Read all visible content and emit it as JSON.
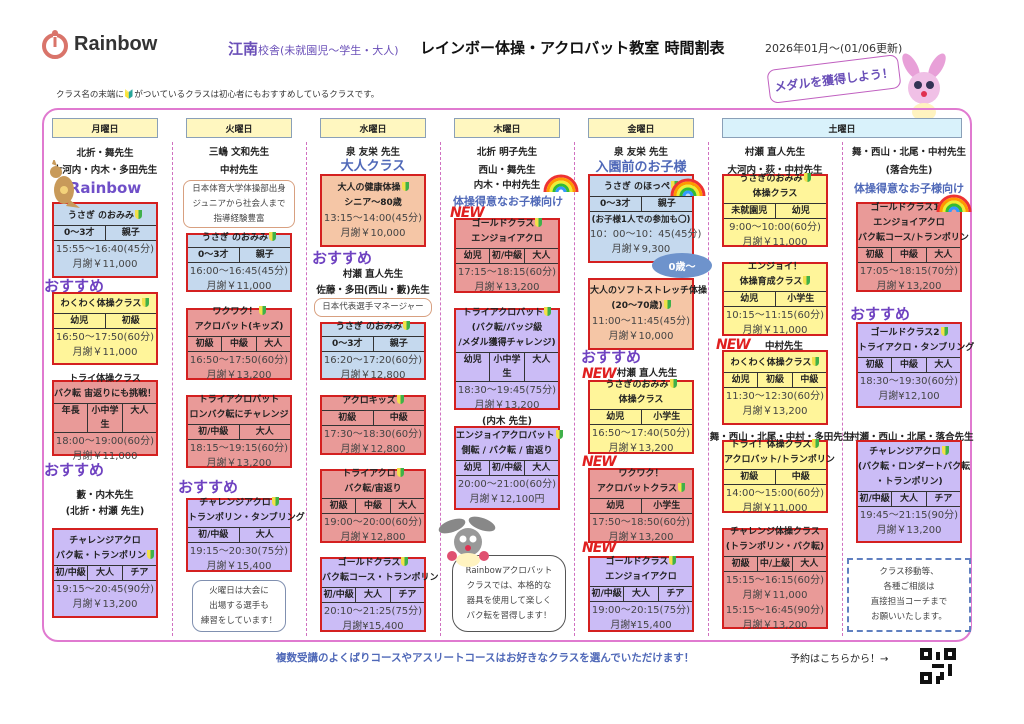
{
  "header": {
    "logo_text": "Rainbow",
    "school_name": "江南",
    "school_sub": "校舎(未就園児〜学生・大人)",
    "title": "レインボー体操・アクロバット教室 時間割表",
    "date": "2026年01月〜(01/06更新)",
    "legend": "クラス名の末端に🔰がついているクラスは初心者にもおすすめしているクラスです。",
    "medal_bubble": "メダルを獲得しよう！"
  },
  "days": [
    "月曜日",
    "火曜日",
    "水曜日",
    "木曜日",
    "金曜日",
    "土曜日"
  ],
  "colors": {
    "frame": "#e07ad0",
    "card_border": "#d42020",
    "blue": "#c5d9ee",
    "yellow": "#fff59a",
    "red": "#e99a98",
    "purple": "#cbbcf6",
    "orange": "#f5c6a6"
  },
  "columns": [
    {
      "id": "mon",
      "items": [
        {
          "kind": "teacher",
          "text": "北折・舞先生"
        },
        {
          "kind": "teacher",
          "text": "大河内・内木・多田先生"
        },
        {
          "kind": "rainbow",
          "text": "Rainbow"
        },
        {
          "kind": "card",
          "color": "blue",
          "title": [
            "うさぎ のおみみ"
          ],
          "mark": 0,
          "band": [
            "0〜3才",
            "親子"
          ],
          "lines": [
            "15:55〜16:40(45分)",
            "月謝￥11,000"
          ]
        },
        {
          "kind": "osusume",
          "text": "おすすめ"
        },
        {
          "kind": "card",
          "color": "yellow",
          "title": [
            "わくわく体操クラス"
          ],
          "mark": 0,
          "band": [
            "幼児",
            "初級"
          ],
          "lines": [
            "16:50〜17:50(60分)",
            "月謝￥11,000"
          ]
        },
        {
          "kind": "card",
          "color": "red",
          "title": [
            "トライ体操クラス",
            "バク転 宙返りにも挑戦！"
          ],
          "band": [
            "年長",
            "小中学生",
            "大人"
          ],
          "lines": [
            "18:00〜19:00(60分)",
            "月謝￥11,000"
          ]
        },
        {
          "kind": "osusume",
          "text": "おすすめ"
        },
        {
          "kind": "teacher",
          "text": "藪・内木先生"
        },
        {
          "kind": "teacher",
          "text": "(北折・村瀬 先生)"
        },
        {
          "kind": "card",
          "color": "purple",
          "title": [
            "チャレンジアクロ",
            "バク転・トランポリン"
          ],
          "mark": 1,
          "band": [
            "初/中級",
            "大人",
            "チア"
          ],
          "lines": [
            "19:15〜20:45(90分)",
            "月謝￥13,200"
          ]
        }
      ]
    },
    {
      "id": "tue",
      "items": [
        {
          "kind": "teacher",
          "text": "三嶋 文和先生"
        },
        {
          "kind": "teacher",
          "text": "中村先生"
        },
        {
          "kind": "note",
          "style": "",
          "lines": [
            "日本体育大学体操部出身",
            "ジュニアから社会人まで",
            "指導経験豊富"
          ]
        },
        {
          "kind": "card",
          "color": "blue",
          "title": [
            "うさぎ のおみみ"
          ],
          "mark": 0,
          "band": [
            "0〜3才",
            "親子"
          ],
          "lines": [
            "16:00〜16:45(45分)",
            "月謝￥11,000"
          ]
        },
        {
          "kind": "card",
          "color": "red",
          "title": [
            "ワクワク！",
            "アクロバット(キッズ)"
          ],
          "mark": 0,
          "band": [
            "初級",
            "中級",
            "大人"
          ],
          "lines": [
            "16:50〜17:50(60分)",
            "月謝￥13,200"
          ]
        },
        {
          "kind": "card",
          "color": "red",
          "title": [
            "トライアクロバット",
            "ロンバク転にチャレンジ"
          ],
          "band": [
            "初/中級",
            "大人"
          ],
          "lines": [
            "18:15〜19:15(60分)",
            "月謝￥13,200"
          ]
        },
        {
          "kind": "osusume",
          "text": "おすすめ"
        },
        {
          "kind": "card",
          "color": "purple",
          "title": [
            "チャレンジアクロ",
            "トランポリン・タンブリング"
          ],
          "mark": 0,
          "band": [
            "初/中級",
            "大人"
          ],
          "lines": [
            "19:15〜20:30(75分)",
            "月謝￥15,400"
          ]
        },
        {
          "kind": "note",
          "style": "note-blue",
          "lines": [
            "火曜日は大会に",
            "出場する選手も",
            "練習をしています！"
          ]
        }
      ]
    },
    {
      "id": "wed",
      "items": [
        {
          "kind": "teacher",
          "text": "泉 友栄 先生"
        },
        {
          "kind": "heading",
          "text": "大人クラス"
        },
        {
          "kind": "card",
          "color": "orange",
          "title": [
            "大人の健康体操",
            "シニア〜80歳"
          ],
          "mark": 0,
          "lines": [
            "13:15〜14:00(45分)",
            "月謝￥10,000"
          ]
        },
        {
          "kind": "osusume",
          "text": "おすすめ"
        },
        {
          "kind": "teacher",
          "text": "村瀬 直人先生"
        },
        {
          "kind": "teacher",
          "text": "佐藤・多田(西山・藪)先生"
        },
        {
          "kind": "note",
          "style": "",
          "lines": [
            "日本代表選手マネージャー"
          ]
        },
        {
          "kind": "card",
          "color": "blue",
          "title": [
            "うさぎ のおみみ"
          ],
          "mark": 0,
          "band": [
            "0〜3才",
            "親子"
          ],
          "lines": [
            "16:20〜17:20(60分)",
            "月謝￥12,800"
          ]
        },
        {
          "kind": "card",
          "color": "red",
          "title": [
            "アクロキッズ"
          ],
          "mark": 0,
          "band": [
            "初級",
            "中級"
          ],
          "lines": [
            "17:30〜18:30(60分)",
            "月謝￥12,800"
          ]
        },
        {
          "kind": "card",
          "color": "red",
          "title": [
            "トライアクロ",
            "バク転/宙返り"
          ],
          "mark": 0,
          "band": [
            "初級",
            "中級",
            "大人"
          ],
          "lines": [
            "19:00〜20:00(60分)",
            "月謝￥12,800"
          ]
        },
        {
          "kind": "card",
          "color": "purple",
          "title": [
            "ゴールドクラス",
            "バク転コース・トランポリン"
          ],
          "mark": 0,
          "band": [
            "初/中級",
            "大人",
            "チア"
          ],
          "lines": [
            "20:10〜21:25(75分)",
            "月謝¥15,400"
          ]
        }
      ]
    },
    {
      "id": "thu",
      "items": [
        {
          "kind": "teacher",
          "text": "北折 明子先生"
        },
        {
          "kind": "teacher",
          "text": "西山・舞先生"
        },
        {
          "kind": "teacher",
          "text": "内木・中村先生"
        },
        {
          "kind": "heading-sm",
          "text": "体操得意なお子様向け"
        },
        {
          "kind": "new",
          "text": "NEW"
        },
        {
          "kind": "card",
          "color": "red",
          "title": [
            "ゴールドクラス",
            "エンジョイアクロ"
          ],
          "mark": 0,
          "band": [
            "幼児",
            "初/中級",
            "大人"
          ],
          "lines": [
            "17:15〜18:15(60分)",
            "月謝￥13,200"
          ]
        },
        {
          "kind": "card",
          "color": "purple",
          "title": [
            "トライアクロバット",
            "(バク転/バッジ級",
            "/メダル獲得チャレンジ)"
          ],
          "mark": 0,
          "band": [
            "幼児",
            "小中学生",
            "大人"
          ],
          "lines": [
            "18:30〜19:45(75分)",
            "月謝￥13,200"
          ]
        },
        {
          "kind": "teacher",
          "text": "(内木 先生)"
        },
        {
          "kind": "card",
          "color": "purple",
          "title": [
            "エンジョイアクロバット",
            "側転 / バク転 / 宙返り"
          ],
          "mark": 0,
          "band": [
            "幼児",
            "初/中級",
            "大人"
          ],
          "lines": [
            "20:00〜21:00(60分)",
            "月謝￥12,100円"
          ]
        },
        {
          "kind": "note",
          "style": "note-round",
          "lines": [
            "Rainbowアクロバット",
            "クラスでは、本格的な",
            "器具を使用して楽しく",
            "バク転を習得します！"
          ]
        }
      ]
    },
    {
      "id": "fri",
      "items": [
        {
          "kind": "teacher",
          "text": "泉 友栄 先生"
        },
        {
          "kind": "heading",
          "text": "入園前のお子様"
        },
        {
          "kind": "card",
          "color": "blue",
          "title": [
            "うさぎ のほっぺ"
          ],
          "mark": 0,
          "band": [
            "0〜3才",
            "親子"
          ],
          "sub": "(お子様1人での参加も〇)",
          "lines": [
            "10：00〜10：45(45分)",
            "月謝￥9,300"
          ]
        },
        {
          "kind": "oval",
          "text": "0歳〜"
        },
        {
          "kind": "card",
          "color": "orange",
          "title": [
            "大人のソフトストレッチ体操",
            "(20〜70歳)"
          ],
          "mark": 1,
          "lines": [
            "11:00〜11:45(45分)",
            "月謝￥10,000"
          ]
        },
        {
          "kind": "osusume",
          "text": "おすすめ"
        },
        {
          "kind": "teacher",
          "text": "村瀬 直人先生"
        },
        {
          "kind": "new",
          "text": "NEW"
        },
        {
          "kind": "card",
          "color": "yellow",
          "title": [
            "うさぎのおみみ",
            "体操クラス"
          ],
          "mark": 0,
          "band": [
            "幼児",
            "小学生"
          ],
          "lines": [
            "16:50〜17:40(50分)",
            "月謝￥13,200"
          ]
        },
        {
          "kind": "new",
          "text": "NEW"
        },
        {
          "kind": "card",
          "color": "red",
          "title": [
            "ワクワク！",
            "アクロバットクラス"
          ],
          "mark": 1,
          "band": [
            "幼児",
            "小学生"
          ],
          "lines": [
            "17:50〜18:50(60分)",
            "月謝￥13,200"
          ]
        },
        {
          "kind": "new",
          "text": "NEW"
        },
        {
          "kind": "card",
          "color": "purple",
          "title": [
            "ゴールドクラス",
            "エンジョイアクロ"
          ],
          "mark": 0,
          "band": [
            "初/中級",
            "大人",
            "チア"
          ],
          "lines": [
            "19:00〜20:15(75分)",
            "月謝¥15,400"
          ]
        }
      ]
    },
    {
      "id": "sat1",
      "items": [
        {
          "kind": "teacher",
          "text": "村瀬 直人先生"
        },
        {
          "kind": "teacher",
          "text": "大河内・荻・中村先生"
        },
        {
          "kind": "card",
          "color": "yellow",
          "title": [
            "うさぎのおみみ",
            "体操クラス"
          ],
          "mark": 0,
          "band": [
            "未就園児",
            "幼児"
          ],
          "lines": [
            "9:00〜10:00(60分)",
            "月謝￥11,000"
          ]
        },
        {
          "kind": "card",
          "color": "yellow",
          "title": [
            "エンジョイ！",
            "体操育成クラス"
          ],
          "mark": 1,
          "band": [
            "幼児",
            "小学生"
          ],
          "lines": [
            "10:15〜11:15(60分)",
            "月謝￥11,000"
          ]
        },
        {
          "kind": "teacher",
          "text": "中村先生"
        },
        {
          "kind": "new",
          "text": "NEW"
        },
        {
          "kind": "card",
          "color": "yellow",
          "title": [
            "わくわく体操クラス"
          ],
          "mark": 0,
          "band": [
            "幼児",
            "初級",
            "中級"
          ],
          "lines": [
            "11:30〜12:30(60分)",
            "月謝￥13,200"
          ]
        },
        {
          "kind": "teacher",
          "text": "舞・西山・北尾・中村・多田先生"
        },
        {
          "kind": "card",
          "color": "yellow",
          "title": [
            "トライ！体操クラス",
            "アクロバット/トランポリン"
          ],
          "mark": 0,
          "band": [
            "初級",
            "中級"
          ],
          "lines": [
            "14:00〜15:00(60分)",
            "月謝￥11,000"
          ]
        },
        {
          "kind": "card",
          "color": "red",
          "title": [
            "チャレンジ体操クラス",
            "(トランポリン・バク転)"
          ],
          "band": [
            "初級",
            "中/上級",
            "大人"
          ],
          "lines": [
            "15:15〜16:15(60分)",
            "月謝￥11,000",
            "15:15〜16:45(90分)",
            "月謝￥13,200"
          ]
        }
      ]
    },
    {
      "id": "sat2",
      "items": [
        {
          "kind": "teacher",
          "text": "舞・西山・北尾・中村先生"
        },
        {
          "kind": "teacher",
          "text": "(落合先生)"
        },
        {
          "kind": "heading-sm",
          "text": "体操得意なお子様向け"
        },
        {
          "kind": "card",
          "color": "red",
          "title": [
            "ゴールドクラス1",
            "エンジョイアクロ",
            "バク転コース/トランポリン"
          ],
          "mark": 0,
          "band": [
            "初級",
            "中級",
            "大人"
          ],
          "lines": [
            "17:05〜18:15(70分)",
            "月謝￥13,200"
          ]
        },
        {
          "kind": "osusume",
          "text": "おすすめ"
        },
        {
          "kind": "card",
          "color": "purple",
          "title": [
            "ゴールドクラス2",
            "トライアクロ・タンブリング"
          ],
          "mark": 0,
          "band": [
            "初級",
            "中級",
            "大人"
          ],
          "lines": [
            "18:30〜19:30(60分)",
            "月謝¥12,100"
          ]
        },
        {
          "kind": "teacher",
          "text": "村瀬・西山・北尾・落合先生"
        },
        {
          "kind": "card",
          "color": "purple",
          "title": [
            "チャレンジアクロ",
            "(バク転・ロンダートバク転",
            "・トランポリン)"
          ],
          "mark": 0,
          "band": [
            "初/中級",
            "大人",
            "チア"
          ],
          "lines": [
            "19:45〜21:15(90分)",
            "月謝￥13,200"
          ]
        },
        {
          "kind": "note",
          "style": "note-dashed",
          "lines": [
            "クラス移動等、",
            "各種ご相談は",
            "直接担当コーチまで",
            "お願いいたします。"
          ]
        }
      ]
    }
  ],
  "footer": {
    "message": "複数受講のよくばりコースやアスリートコースはお好きなクラスを選んでいただけます！",
    "reserve": "予約はこちらから！→"
  }
}
